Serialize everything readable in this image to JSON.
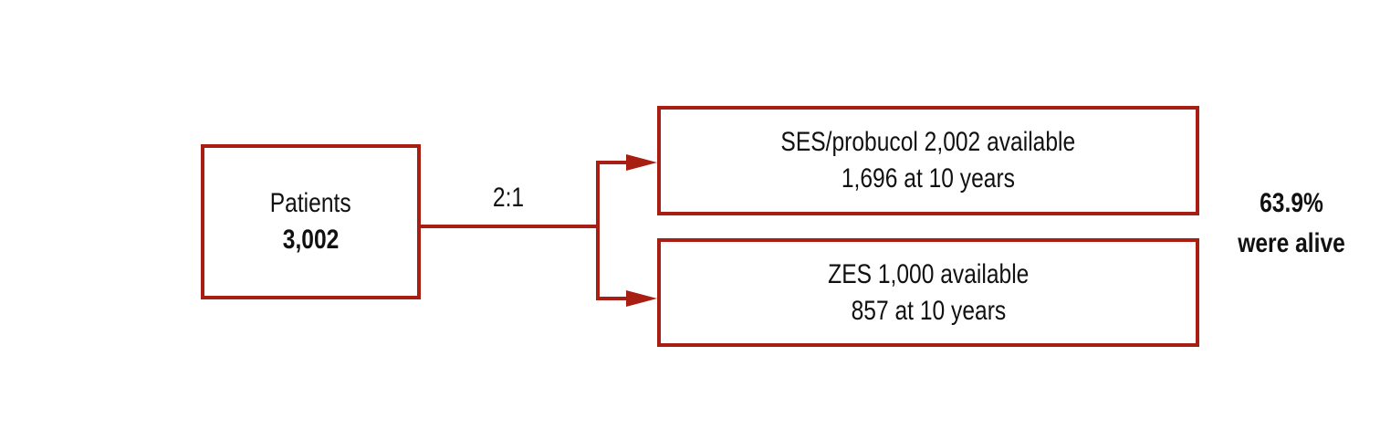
{
  "accent_color": "#a81e12",
  "patients": {
    "label": "Patients",
    "count": "3,002"
  },
  "ratio": "2:1",
  "ses": {
    "line1": "SES/probucol 2,002 available",
    "line2": "1,696 at 10 years"
  },
  "zes": {
    "line1": "ZES 1,000 available",
    "line2": "857 at 10 years"
  },
  "outcome": {
    "percent": "63.9%",
    "text": "were alive"
  }
}
